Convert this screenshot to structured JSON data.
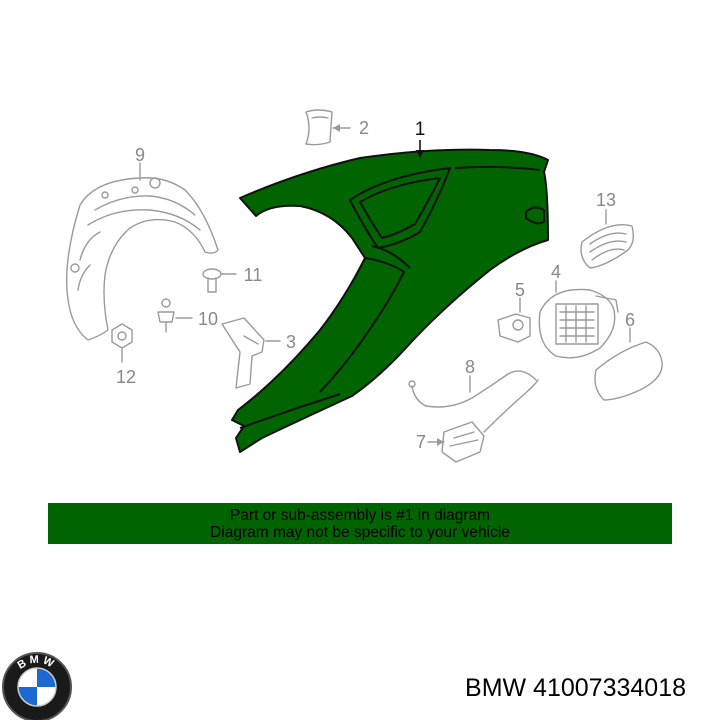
{
  "callouts": {
    "c1": "1",
    "c2": "2",
    "c3": "3",
    "c4": "4",
    "c5": "5",
    "c6": "6",
    "c7": "7",
    "c8": "8",
    "c9": "9",
    "c10": "10",
    "c11": "11",
    "c12": "12",
    "c13": "13"
  },
  "banner": {
    "line1": "Part or sub-assembly is #1 in diagram",
    "line2": "Diagram may not be specific to your vehicle"
  },
  "brand": {
    "logo_text": "BMW",
    "part_label": "BMW 41007334018"
  },
  "colors": {
    "highlight": "#006400",
    "outline": "#9a9a9a"
  }
}
